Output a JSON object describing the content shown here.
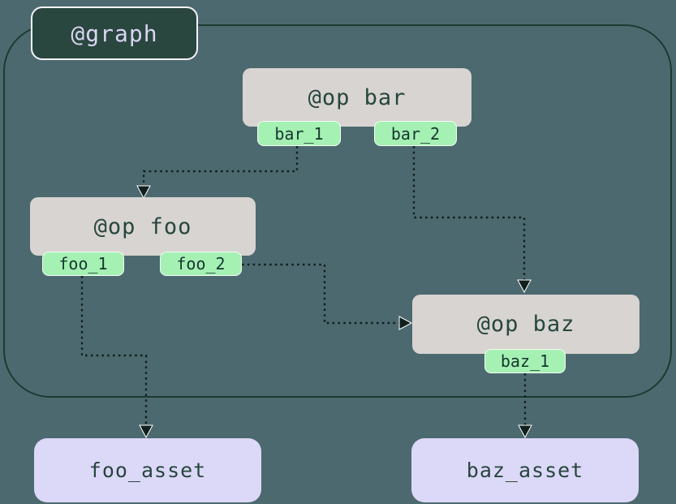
{
  "diagram": {
    "graph": {
      "label": "@graph"
    },
    "ops": [
      {
        "id": "bar",
        "label": "@op bar",
        "outputs": [
          "bar_1",
          "bar_2"
        ]
      },
      {
        "id": "foo",
        "label": "@op foo",
        "outputs": [
          "foo_1",
          "foo_2"
        ]
      },
      {
        "id": "baz",
        "label": "@op baz",
        "outputs": [
          "baz_1"
        ]
      }
    ],
    "assets": [
      {
        "label": "foo_asset"
      },
      {
        "label": "baz_asset"
      }
    ],
    "edges": [
      {
        "from": "bar.bar_1",
        "to": "op foo"
      },
      {
        "from": "bar.bar_2",
        "to": "op baz"
      },
      {
        "from": "foo.foo_2",
        "to": "op baz"
      },
      {
        "from": "foo.foo_1",
        "to": "foo_asset"
      },
      {
        "from": "baz.baz_1",
        "to": "baz_asset"
      }
    ],
    "colors": {
      "background": "#4d6970",
      "graph_border": "#1d3a31",
      "graph_label_bg": "#2a473f",
      "graph_label_text": "#d9d5f2",
      "op_bg": "#d7d4d1",
      "op_text": "#27463e",
      "output_bg": "#a5f1b4",
      "output_text": "#16372e",
      "asset_bg": "#dcd8f7",
      "asset_text": "#27463e",
      "edge": "#10201c"
    }
  }
}
